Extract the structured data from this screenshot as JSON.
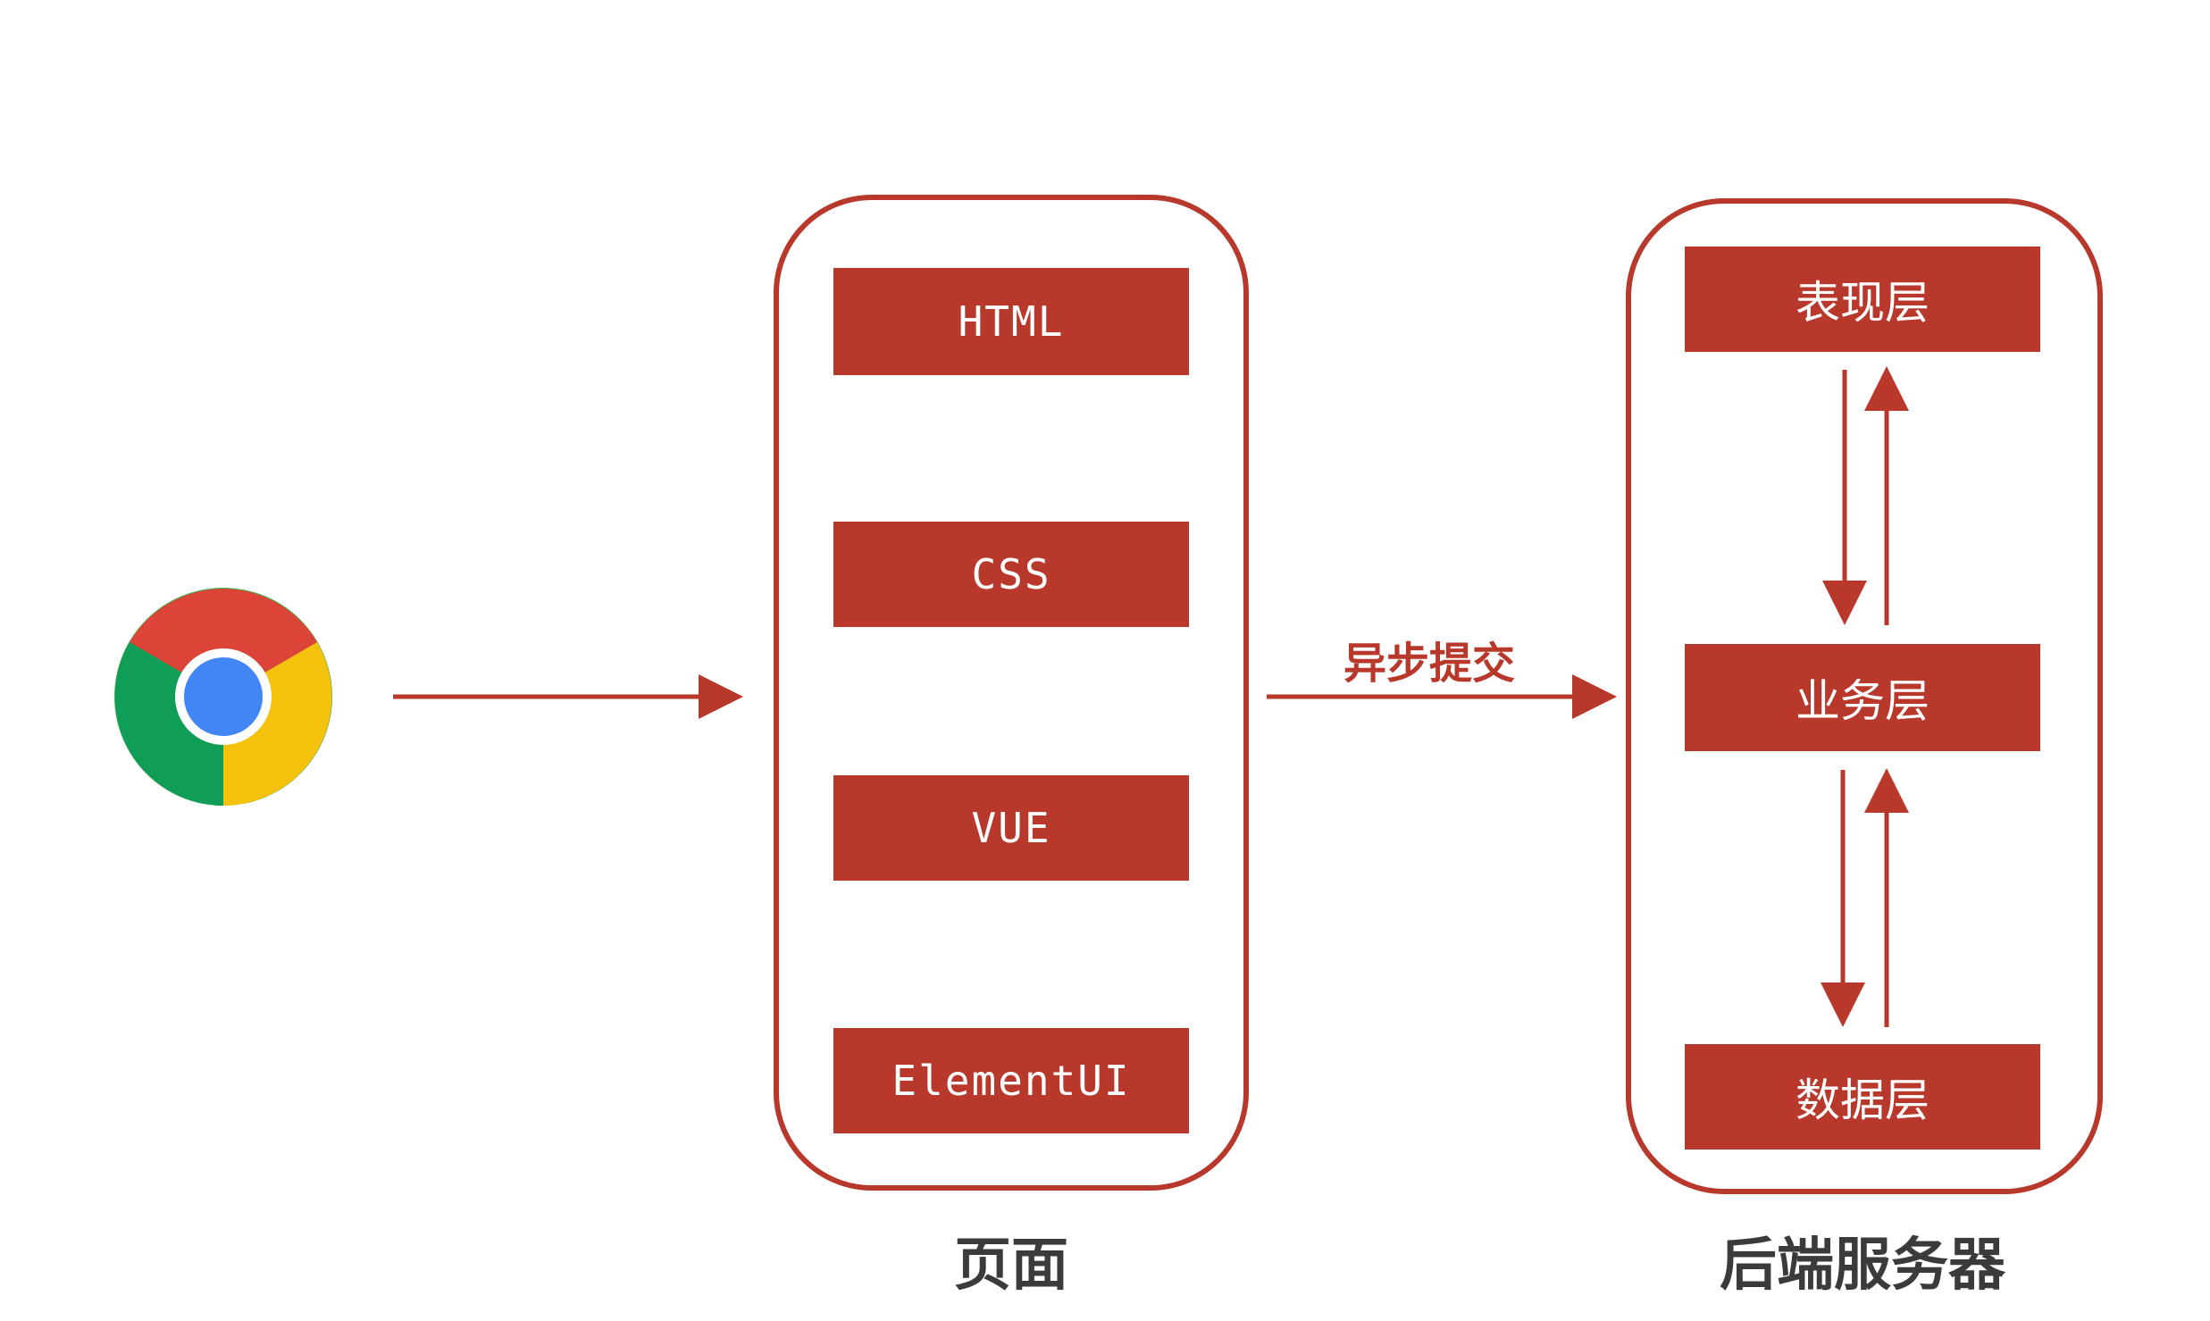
{
  "colors": {
    "accent": "#b8392b",
    "caption": "#3b3b3b"
  },
  "browser": {
    "icon": "chrome-icon"
  },
  "page_group": {
    "caption": "页面",
    "boxes": [
      "HTML",
      "CSS",
      "VUE",
      "ElementUI"
    ]
  },
  "edges": {
    "async_label": "异步提交"
  },
  "backend_group": {
    "caption": "后端服务器",
    "layers": [
      "表现层",
      "业务层",
      "数据层"
    ]
  }
}
